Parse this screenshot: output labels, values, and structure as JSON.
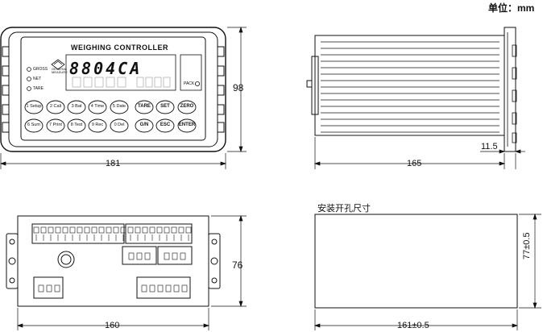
{
  "unit_label": "单位：mm",
  "front_view": {
    "title": "WEIGHING CONTROLLER",
    "display_digits": "8804CA",
    "indicators": [
      "GROSS",
      "NET",
      "TARE"
    ],
    "logo_text": "GENERAL MEASURE",
    "pack_label": "PACK",
    "keys_row1": [
      {
        "num": "1",
        "label": "Setup"
      },
      {
        "num": "2",
        "label": "Cali"
      },
      {
        "num": "3",
        "label": "Bat"
      },
      {
        "num": "4",
        "label": "Time"
      },
      {
        "num": "5",
        "label": "Date"
      },
      {
        "num": "",
        "label": "TARE"
      },
      {
        "num": "",
        "label": "SET"
      },
      {
        "num": "",
        "label": "ZERO"
      }
    ],
    "keys_row2": [
      {
        "num": "6",
        "label": "Sum"
      },
      {
        "num": "7",
        "label": "Print"
      },
      {
        "num": "8",
        "label": "Test"
      },
      {
        "num": "9",
        "label": "Rec"
      },
      {
        "num": "0",
        "label": "Del"
      },
      {
        "num": "",
        "label": "G/N"
      },
      {
        "num": "",
        "label": "ESC"
      },
      {
        "num": "",
        "label": "ENTER"
      }
    ],
    "width_dim": "181",
    "height_dim": "98"
  },
  "side_view": {
    "depth_dim": "165",
    "bezel_dim": "11.5"
  },
  "back_view": {
    "width_dim": "160",
    "height_dim": "76"
  },
  "cutout": {
    "title": "安装开孔尺寸",
    "width_dim": "161±0.5",
    "height_dim": "77±0.5"
  }
}
